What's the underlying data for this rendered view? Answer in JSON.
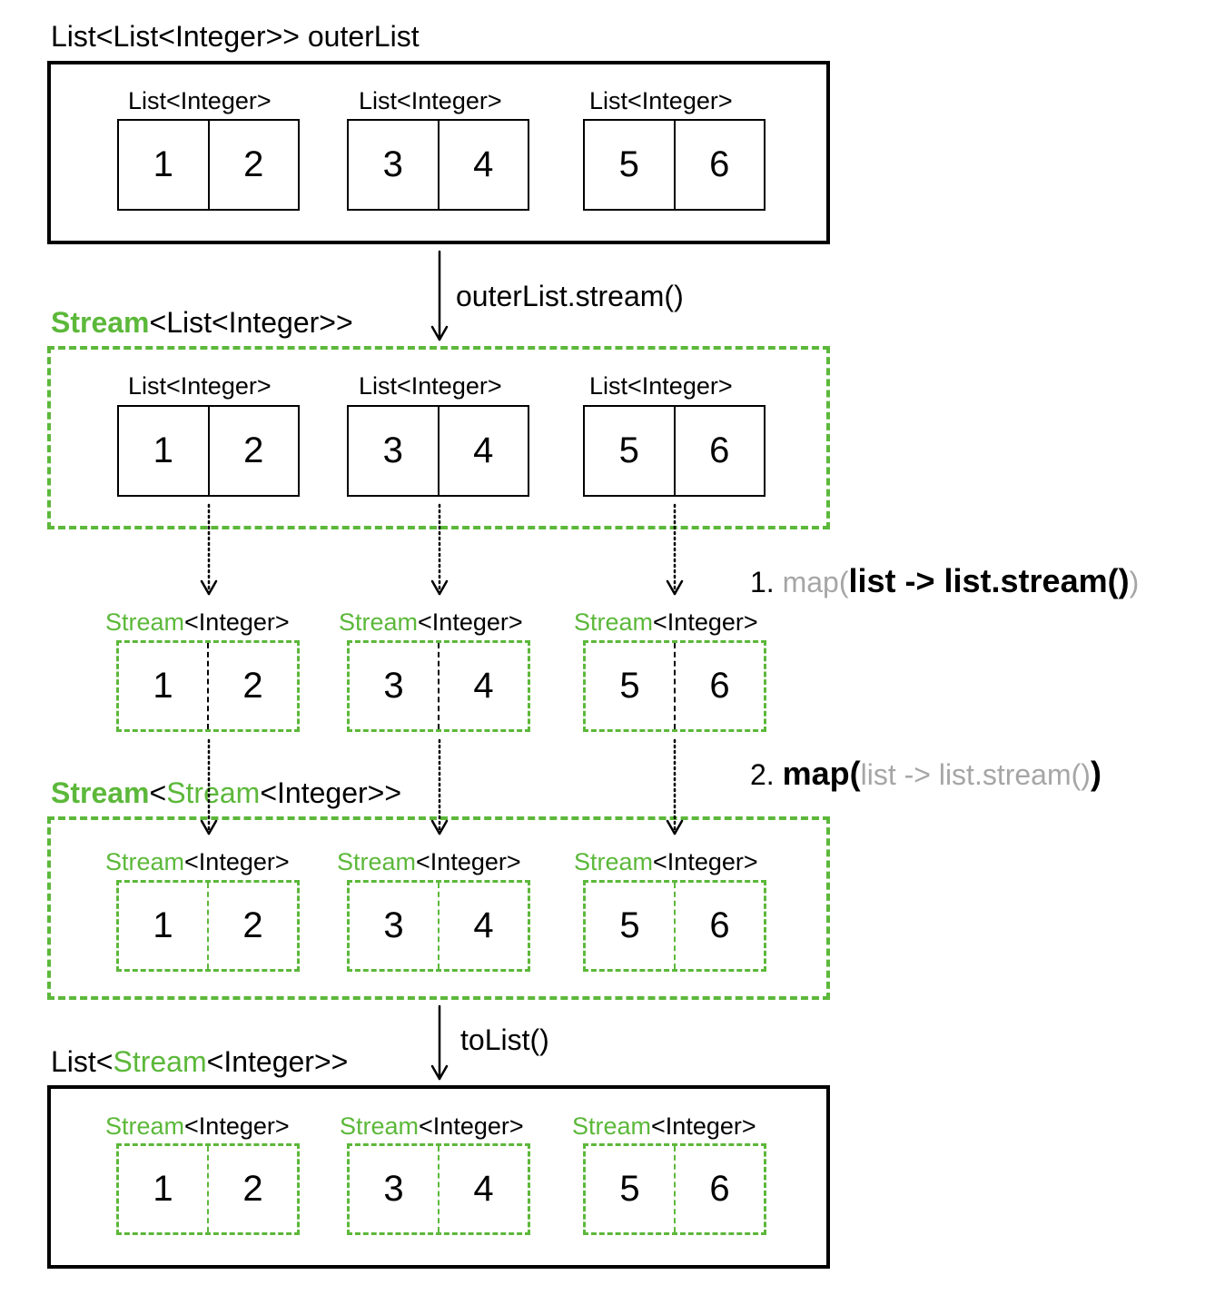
{
  "outer_list": {
    "title": "List<List<Integer>> outerList",
    "group_label": "List<Integer>",
    "pairs": [
      [
        "1",
        "2"
      ],
      [
        "3",
        "4"
      ],
      [
        "5",
        "6"
      ]
    ]
  },
  "stream_step": {
    "op": "outerList.stream()",
    "title_green": "Stream",
    "title_rest": "<List<Integer>>",
    "group_label": "List<Integer>",
    "pairs": [
      [
        "1",
        "2"
      ],
      [
        "3",
        "4"
      ],
      [
        "5",
        "6"
      ]
    ]
  },
  "map_step1": {
    "number": "1.",
    "map_word": "map(",
    "lambda": "list -> list.stream()",
    "close": ")"
  },
  "mapped_streams": {
    "label_green": "Stream",
    "label_rest": "<Integer>",
    "pairs": [
      [
        "1",
        "2"
      ],
      [
        "3",
        "4"
      ],
      [
        "5",
        "6"
      ]
    ]
  },
  "map_step2": {
    "number": "2.",
    "map_word": "map(",
    "lambda": "list -> list.stream()",
    "close": ")"
  },
  "stream_of_streams": {
    "title_green_1": "Stream",
    "title_lt": "<",
    "title_green_2": "Stream",
    "title_rest": "<Integer>>",
    "label_green": "Stream",
    "label_rest": "<Integer>",
    "pairs": [
      [
        "1",
        "2"
      ],
      [
        "3",
        "4"
      ],
      [
        "5",
        "6"
      ]
    ]
  },
  "to_list_step": {
    "op": "toList()",
    "title_prefix": "List<",
    "title_green": "Stream",
    "title_rest": "<Integer>>",
    "label_green": "Stream",
    "label_rest": "<Integer>",
    "pairs": [
      [
        "1",
        "2"
      ],
      [
        "3",
        "4"
      ],
      [
        "5",
        "6"
      ]
    ]
  },
  "colors": {
    "stream_green": "#5cb83a",
    "muted_gray": "#a6a6a6",
    "ink": "#000000"
  }
}
